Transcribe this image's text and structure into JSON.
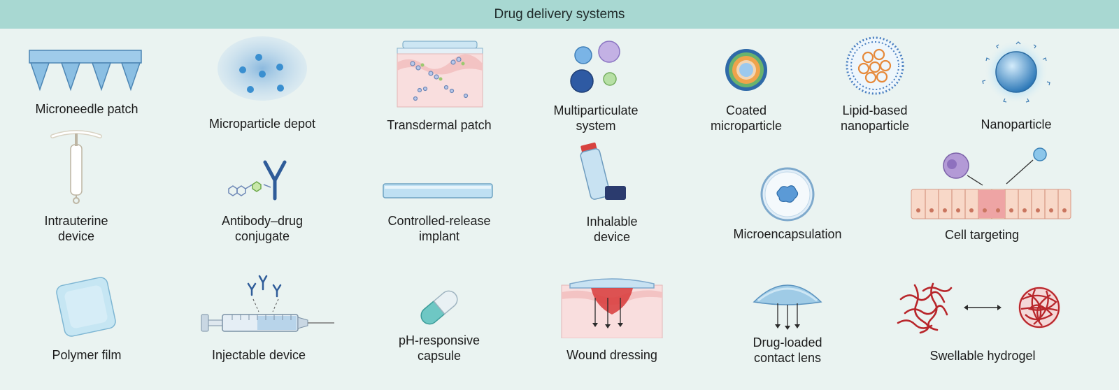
{
  "header": {
    "title": "Drug delivery systems"
  },
  "items": [
    {
      "label": "Microneedle patch"
    },
    {
      "label": "Microparticle depot"
    },
    {
      "label": "Transdermal patch"
    },
    {
      "label": "Multiparticulate\nsystem"
    },
    {
      "label": "Coated\nmicroparticle"
    },
    {
      "label": "Lipid-based\nnanoparticle"
    },
    {
      "label": "Nanoparticle"
    },
    {
      "label": "Intrauterine\ndevice"
    },
    {
      "label": "Antibody–drug\nconjugate"
    },
    {
      "label": "Controlled-release\nimplant"
    },
    {
      "label": "Inhalable\ndevice"
    },
    {
      "label": "Microencapsulation"
    },
    {
      "label": "Cell targeting"
    },
    {
      "label": "Polymer film"
    },
    {
      "label": "Injectable device"
    },
    {
      "label": "pH-responsive\ncapsule"
    },
    {
      "label": "Wound dressing"
    },
    {
      "label": "Drug-loaded\ncontact lens"
    },
    {
      "label": "Swellable hydrogel"
    }
  ],
  "colors": {
    "header": "#a8d8d2",
    "background": "#eaf3f1"
  }
}
